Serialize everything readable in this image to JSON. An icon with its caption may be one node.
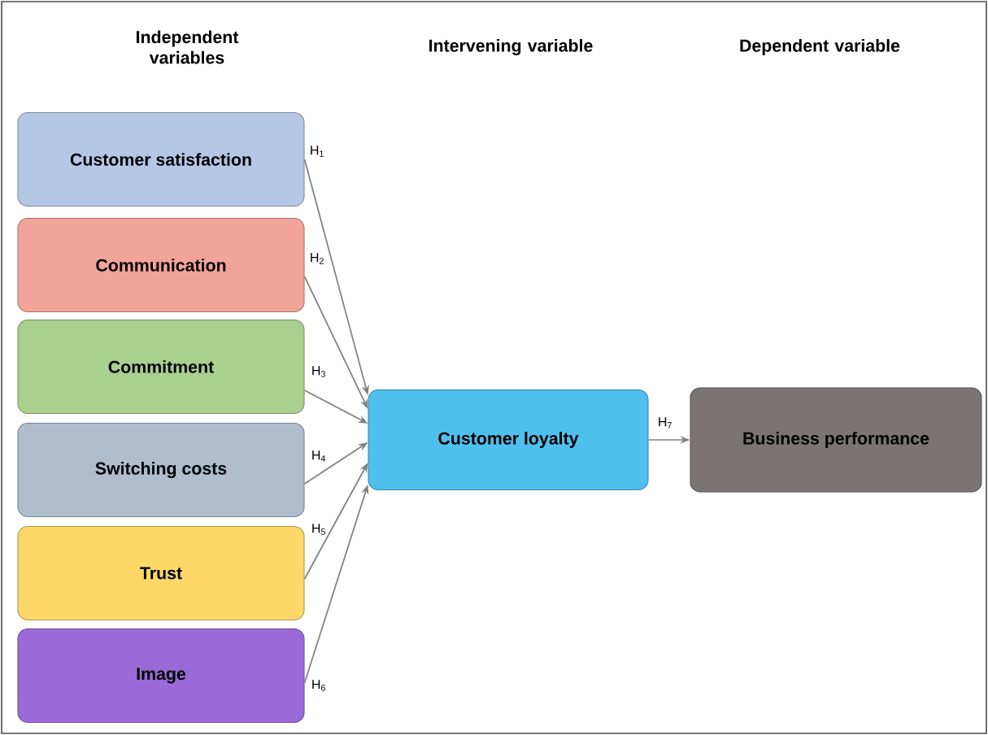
{
  "diagram": {
    "nodes": [
      {
        "text": [
          "Customer satisfaction"
        ]
      },
      {
        "text": [
          "Communication"
        ]
      },
      {
        "text": [
          "Commitment"
        ]
      },
      {
        "text": [
          "Switching costs"
        ]
      },
      {
        "text": [
          "Trust"
        ]
      },
      {
        "text": [
          "Image"
        ]
      },
      {
        "text": [
          "Customer loyalty"
        ]
      },
      {
        "text": [
          "Business performance"
        ]
      }
    ],
    "edges": [
      {
        "from": 0,
        "to": 6,
        "arrow": "to",
        "label": "H$_{1}$"
      },
      {
        "from": 1,
        "to": 6,
        "arrow": "to",
        "label": "H$_{2}$"
      },
      {
        "from": 2,
        "to": 6,
        "arrow": "to",
        "label": "H$_{3}$"
      },
      {
        "from": 3,
        "to": 6,
        "arrow": "to",
        "label": "H$_{4}$"
      },
      {
        "from": 4,
        "to": 6,
        "arrow": "to",
        "label": "H$_{5}$"
      },
      {
        "from": 5,
        "to": 6,
        "arrow": "to",
        "label": "H$_{6}$"
      },
      {
        "from": 6,
        "to": 7,
        "arrow": "to",
        "label": "H$_{7}$"
      }
    ],
    "labels": [
      "Independent variables",
      "Intervening variable",
      "Dependent variable"
    ]
  }
}
